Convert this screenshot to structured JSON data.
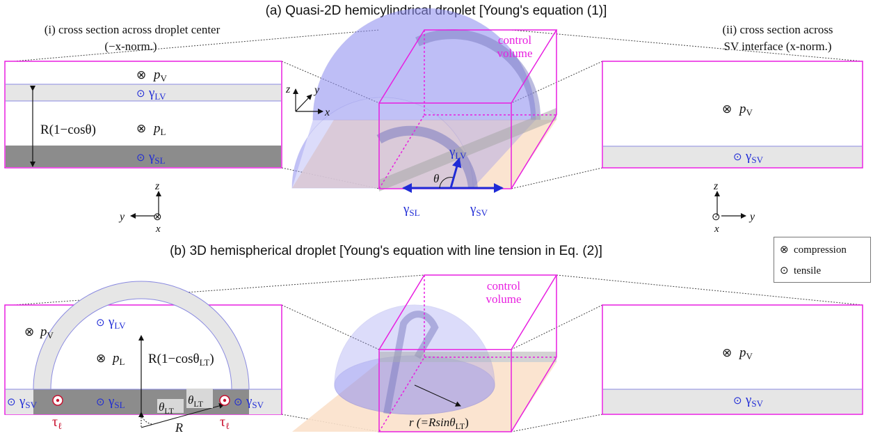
{
  "panel_a": {
    "title": "(a) Quasi-2D hemicylindrical droplet [Young's equation (1)]",
    "left_caption_1": "(i) cross section across droplet center",
    "left_caption_2": "(−x-norm.)",
    "right_caption_1": "(ii) cross section across",
    "right_caption_2": "SV interface (x-norm.)",
    "control_volume_1": "control",
    "control_volume_2": "volume",
    "left": {
      "pv": "p",
      "pv_sub": "V",
      "glv": "γ",
      "glv_sub": "LV",
      "radius": "R(1−cosθ)",
      "pl": "p",
      "pl_sub": "L",
      "gsl": "γ",
      "gsl_sub": "SL"
    },
    "right": {
      "pv": "p",
      "pv_sub": "V",
      "gsv": "γ",
      "gsv_sub": "SV"
    },
    "center": {
      "glv": "γ",
      "glv_sub": "LV",
      "gsl": "γ",
      "gsl_sub": "SL",
      "gsv": "γ",
      "gsv_sub": "SV",
      "theta": "θ"
    },
    "axes_3d": {
      "z": "z",
      "y": "y",
      "x": "x"
    },
    "axes_left": {
      "z": "z",
      "y": "y",
      "x": "x"
    },
    "axes_right": {
      "z": "z",
      "y": "y",
      "x": "x"
    }
  },
  "panel_b": {
    "title": "(b) 3D hemispherical droplet [Young's equation with line tension in Eq. (2)]",
    "control_volume_1": "control",
    "control_volume_2": "volume",
    "left": {
      "pv": "p",
      "pv_sub": "V",
      "glv": "γ",
      "glv_sub": "LV",
      "pl": "p",
      "pl_sub": "L",
      "radius": "R(1−cosθ",
      "radius_sub": "LT",
      "radius_end": ")",
      "gsv": "γ",
      "gsv_sub": "SV",
      "gsl": "γ",
      "gsl_sub": "SL",
      "theta": "θ",
      "theta_sub": "LT",
      "tau": "τ",
      "tau_sub": "ℓ",
      "R": "R"
    },
    "right": {
      "pv": "p",
      "pv_sub": "V",
      "gsv": "γ",
      "gsv_sub": "SV"
    },
    "center": {
      "r_label": "r (=Rsinθ",
      "r_sub": "LT",
      "r_end": ")"
    }
  },
  "legend": {
    "compression": "compression",
    "tensile": "tensile",
    "compression_icon": "otimes-icon",
    "tensile_icon": "odot-icon"
  },
  "colors": {
    "magenta": "#e81ee0",
    "blue": "#1f2bd6",
    "red": "#c8102e",
    "droplet": "#8f8ff0",
    "solid": "#8c8c8c",
    "peach": "#fbe1cb"
  }
}
